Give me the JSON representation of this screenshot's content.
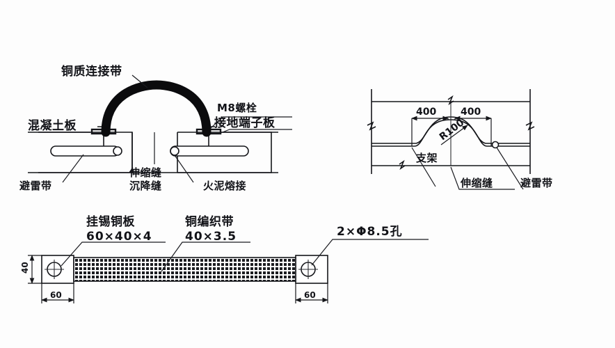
{
  "drawing": {
    "background_color": "#fdfdfd",
    "line_color": "#15161a",
    "copper_band_color": "#0b0b0d"
  },
  "figure_section": {
    "labels": {
      "copper_connecting_band": "铜质连接带",
      "concrete_slab": "混凝土板",
      "m8_bolt": "M8螺栓",
      "grounding_terminal_plate": "接地端子板",
      "lightning_belt": "避雷带",
      "expansion_joint": "伸缩缝",
      "settlement_joint": "沉降缝",
      "exothermic_weld": "火泥熔接"
    }
  },
  "figure_plan": {
    "labels": {
      "bracket": "支架",
      "expansion_joint": "伸缩缝",
      "lightning_belt": "避雷带"
    },
    "dimensions": {
      "left_span": "400",
      "right_span": "400",
      "radius": "R100"
    }
  },
  "figure_strap": {
    "labels": {
      "tinned_copper_plate": "挂锡铜板",
      "tinned_copper_plate_size": "60×40×4",
      "copper_braid": "铜编织带",
      "copper_braid_size": "40×3.5",
      "holes": "2×Φ8.5孔"
    },
    "dimensions": {
      "height": "40",
      "left_plate_width": "60",
      "right_plate_width": "60"
    }
  }
}
